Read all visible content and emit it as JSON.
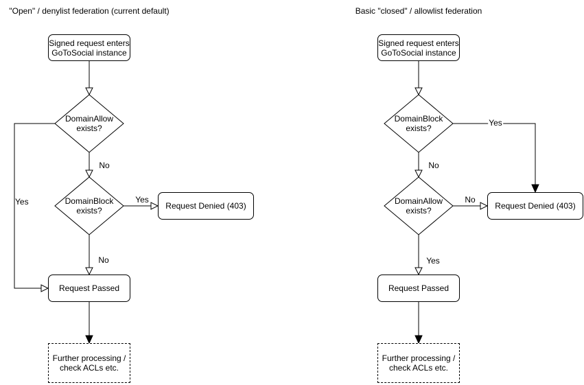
{
  "colors": {
    "stroke": "#000000",
    "node_fill": "#ffffff",
    "text": "#000000",
    "background": "#ffffff"
  },
  "left_chart": {
    "title": "\"Open\" / denylist federation (current default)",
    "nodes": {
      "start": "Signed request enters\nGoToSocial instance",
      "domain_allow": "DomainAllow\nexists?",
      "domain_block": "DomainBlock\nexists?",
      "request_denied": "Request Denied (403)",
      "request_passed": "Request Passed",
      "further_processing": "Further processing /\ncheck ACLs etc."
    },
    "edge_labels": {
      "allow_no": "No",
      "allow_yes": "Yes",
      "block_yes": "Yes",
      "block_no": "No"
    }
  },
  "right_chart": {
    "title": "Basic \"closed\" / allowlist federation",
    "nodes": {
      "start": "Signed request enters\nGoToSocial instance",
      "domain_block": "DomainBlock\nexists?",
      "domain_allow": "DomainAllow\nexists?",
      "request_denied": "Request Denied (403)",
      "request_passed": "Request Passed",
      "further_processing": "Further processing /\ncheck ACLs etc."
    },
    "edge_labels": {
      "block_yes": "Yes",
      "block_no": "No",
      "allow_no": "No",
      "allow_yes": "Yes"
    }
  }
}
